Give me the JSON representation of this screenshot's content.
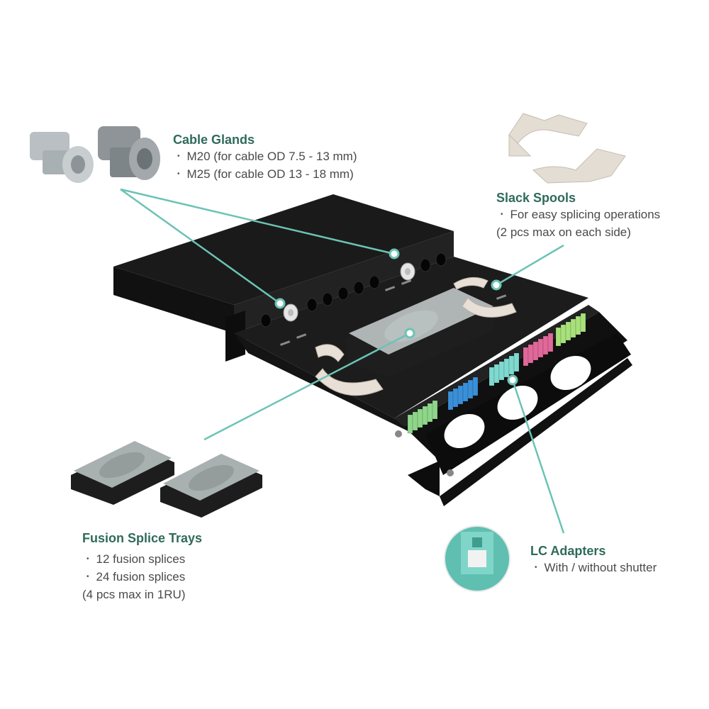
{
  "accent_color": "#2f6b5a",
  "leader_color": "#6cc3b5",
  "callouts": {
    "cable_glands": {
      "title": "Cable Glands",
      "items": [
        "M20 (for cable OD 7.5 - 13 mm)",
        "M25 (for cable OD 13 - 18 mm)"
      ]
    },
    "slack_spools": {
      "title": "Slack Spools",
      "items": [
        "For easy splicing operations"
      ],
      "note": "(2 pcs max on each side)"
    },
    "fusion_splice_trays": {
      "title": "Fusion Splice Trays",
      "items": [
        "12 fusion splices",
        "24 fusion splices"
      ],
      "note": "(4 pcs max in 1RU)"
    },
    "lc_adapters": {
      "title": "LC Adapters",
      "items": [
        "With / without shutter"
      ]
    }
  },
  "adapter_colors": [
    "#8ed68a",
    "#3a8fd8",
    "#7fd9cf",
    "#e0689a",
    "#a8e07a"
  ]
}
